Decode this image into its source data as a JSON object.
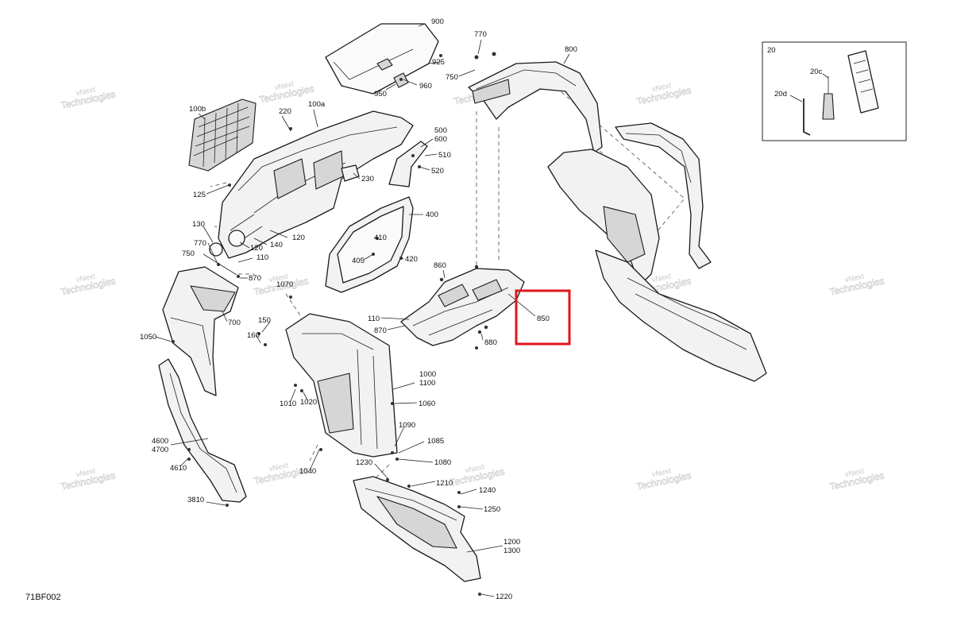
{
  "drawing_code": "71BF002",
  "watermark": {
    "line1": "vNext",
    "line2": "Technologies"
  },
  "highlight": {
    "part_number": "850",
    "color": "#e0161b"
  },
  "callouts": {
    "c900": "900",
    "c925": "925",
    "c960": "960",
    "c950": "950",
    "c770a": "770",
    "c750a": "750",
    "c800": "800",
    "c100b": "100b",
    "c100a": "100a",
    "c220": "220",
    "c500": "500",
    "c600": "600",
    "c510": "510",
    "c520": "520",
    "c230": "230",
    "c125": "125",
    "c400": "400",
    "c410": "410",
    "c405": "405",
    "c420": "420",
    "c130": "130",
    "c770b": "770",
    "c750b": "750",
    "c120a": "120",
    "c120b": "120",
    "c140": "140",
    "c110a": "110",
    "c870a": "870",
    "c1070": "1070",
    "c860": "860",
    "c850": "850",
    "c110b": "110",
    "c870b": "870",
    "c880": "880",
    "c700": "700",
    "c1050": "1050",
    "c150": "150",
    "c160": "160",
    "c1000": "1000",
    "c1100": "1100",
    "c1060": "1060",
    "c1010": "1010",
    "c1020": "1020",
    "c1090": "1090",
    "c1085": "1085",
    "c1080": "1080",
    "c4600": "4600",
    "c4700": "4700",
    "c4610": "4610",
    "c1040": "1040",
    "c1230": "1230",
    "c1210": "1210",
    "c1240": "1240",
    "c1250": "1250",
    "c3810": "3810",
    "c1200": "1200",
    "c1300": "1300",
    "c1220": "1220",
    "c20": "20",
    "c20c": "20c",
    "c20d": "20d"
  }
}
